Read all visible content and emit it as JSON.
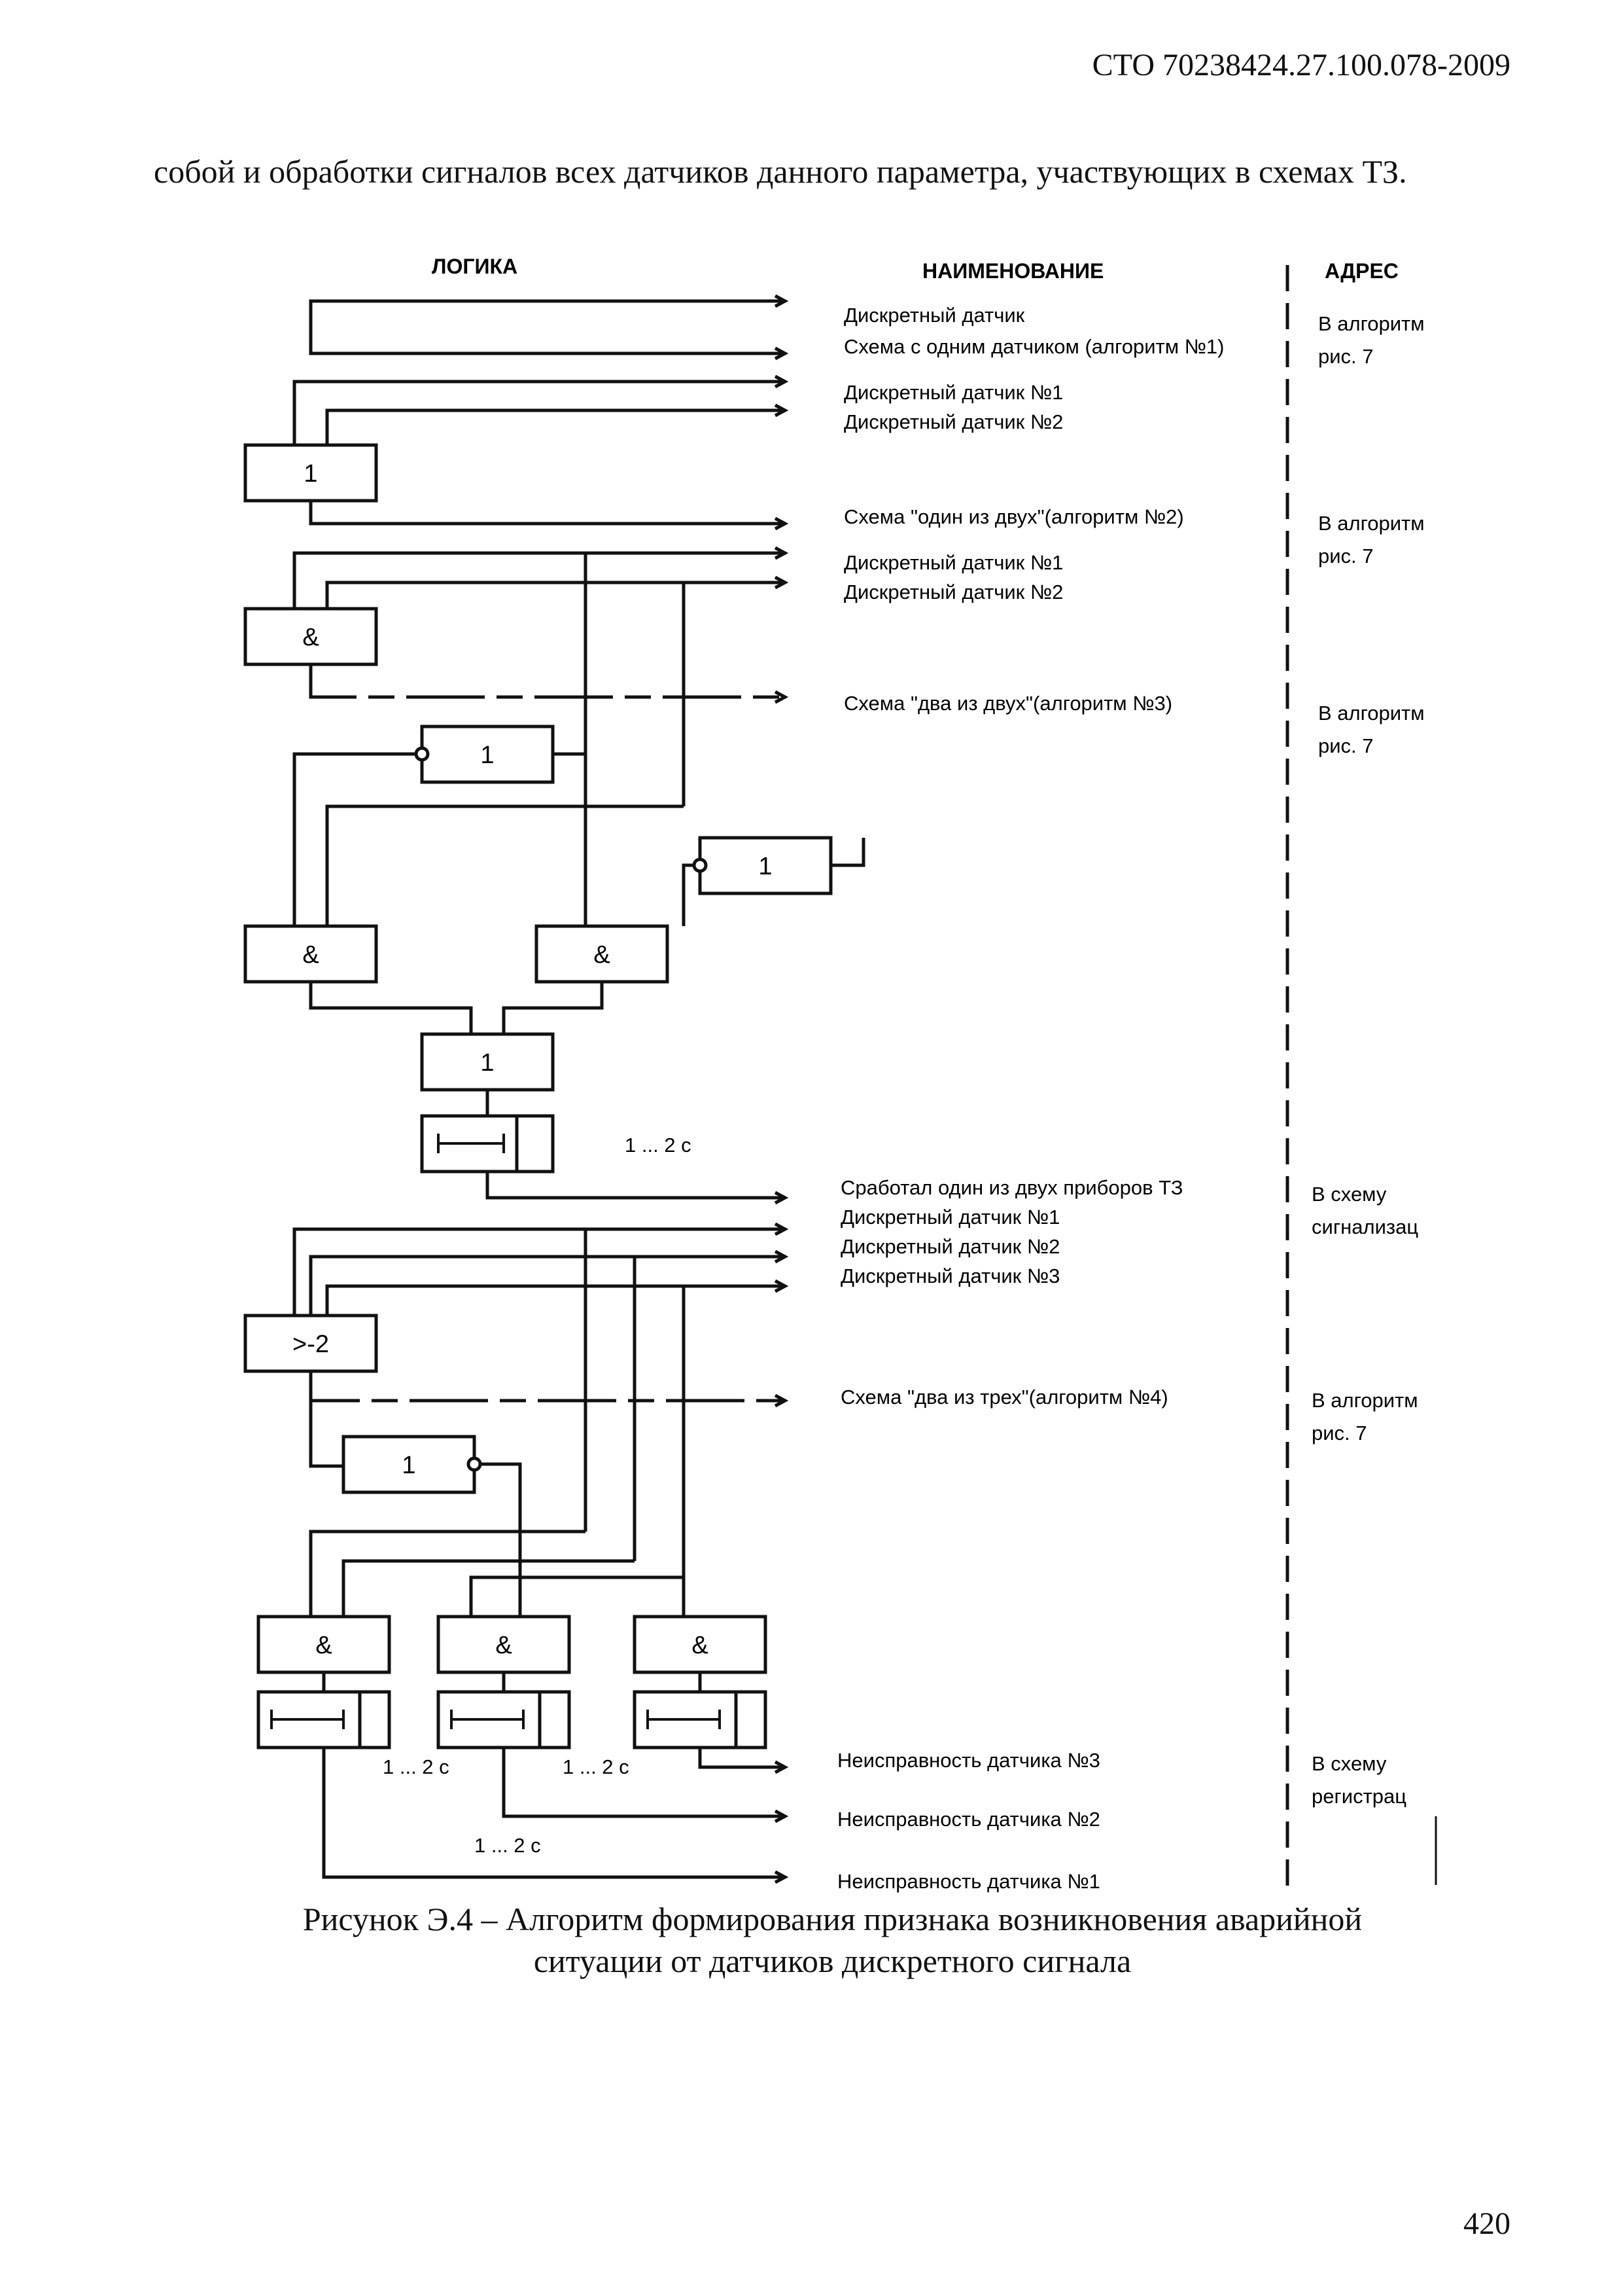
{
  "header": {
    "doc_code": "СТО 70238424.27.100.078-2009"
  },
  "intro_text": "собой и обработки сигналов всех датчиков данного параметра, участвующих в схемах ТЗ.",
  "diagram": {
    "columns": {
      "logic": "ЛОГИКА",
      "name": "НАИМЕНОВАНИЕ",
      "address": "АДРЕС"
    },
    "signals": {
      "s1": "Дискретный датчик",
      "s2": "Схема с одним датчиком (алгоритм №1)",
      "s3": "Дискретный датчик №1",
      "s4": "Дискретный датчик №2",
      "s5": "Схема \"один из двух\"(алгоритм №2)",
      "s6": "Дискретный датчик №1",
      "s7": "Дискретный датчик №2",
      "s8": "Схема \"два из двух\"(алгоритм №3)",
      "s9": "Сработал один из двух приборов ТЗ",
      "s10": "Дискретный датчик №1",
      "s11": "Дискретный датчик №2",
      "s12": "Дискретный датчик №3",
      "s13": "Схема \"два из трех\"(алгоритм №4)",
      "s14": "Неисправность датчика №3",
      "s15": "Неисправность датчика №2",
      "s16": "Неисправность датчика №1"
    },
    "addresses": {
      "a1": [
        "В алгоритм",
        "рис. 7"
      ],
      "a2": [
        "В алгоритм",
        "рис. 7"
      ],
      "a3": [
        "В алгоритм",
        "рис. 7"
      ],
      "a4": [
        "В схему",
        "сигнализац"
      ],
      "a5": [
        "В алгоритм",
        "рис. 7"
      ],
      "a6": [
        "В схему",
        "регистрац"
      ]
    },
    "gates": {
      "or": "1",
      "and": "&",
      "two_of_three": ">-2"
    },
    "delays": {
      "d1": "1 ... 2 с",
      "d2": "1 ... 2 с",
      "d3": "1 ... 2 с",
      "d4": "1 ... 2 с"
    }
  },
  "caption": {
    "line1": "Рисунок Э.4 – Алгоритм формирования признака возникновения аварийной",
    "line2": "ситуации от датчиков дискретного сигнала"
  },
  "page_number": "420"
}
